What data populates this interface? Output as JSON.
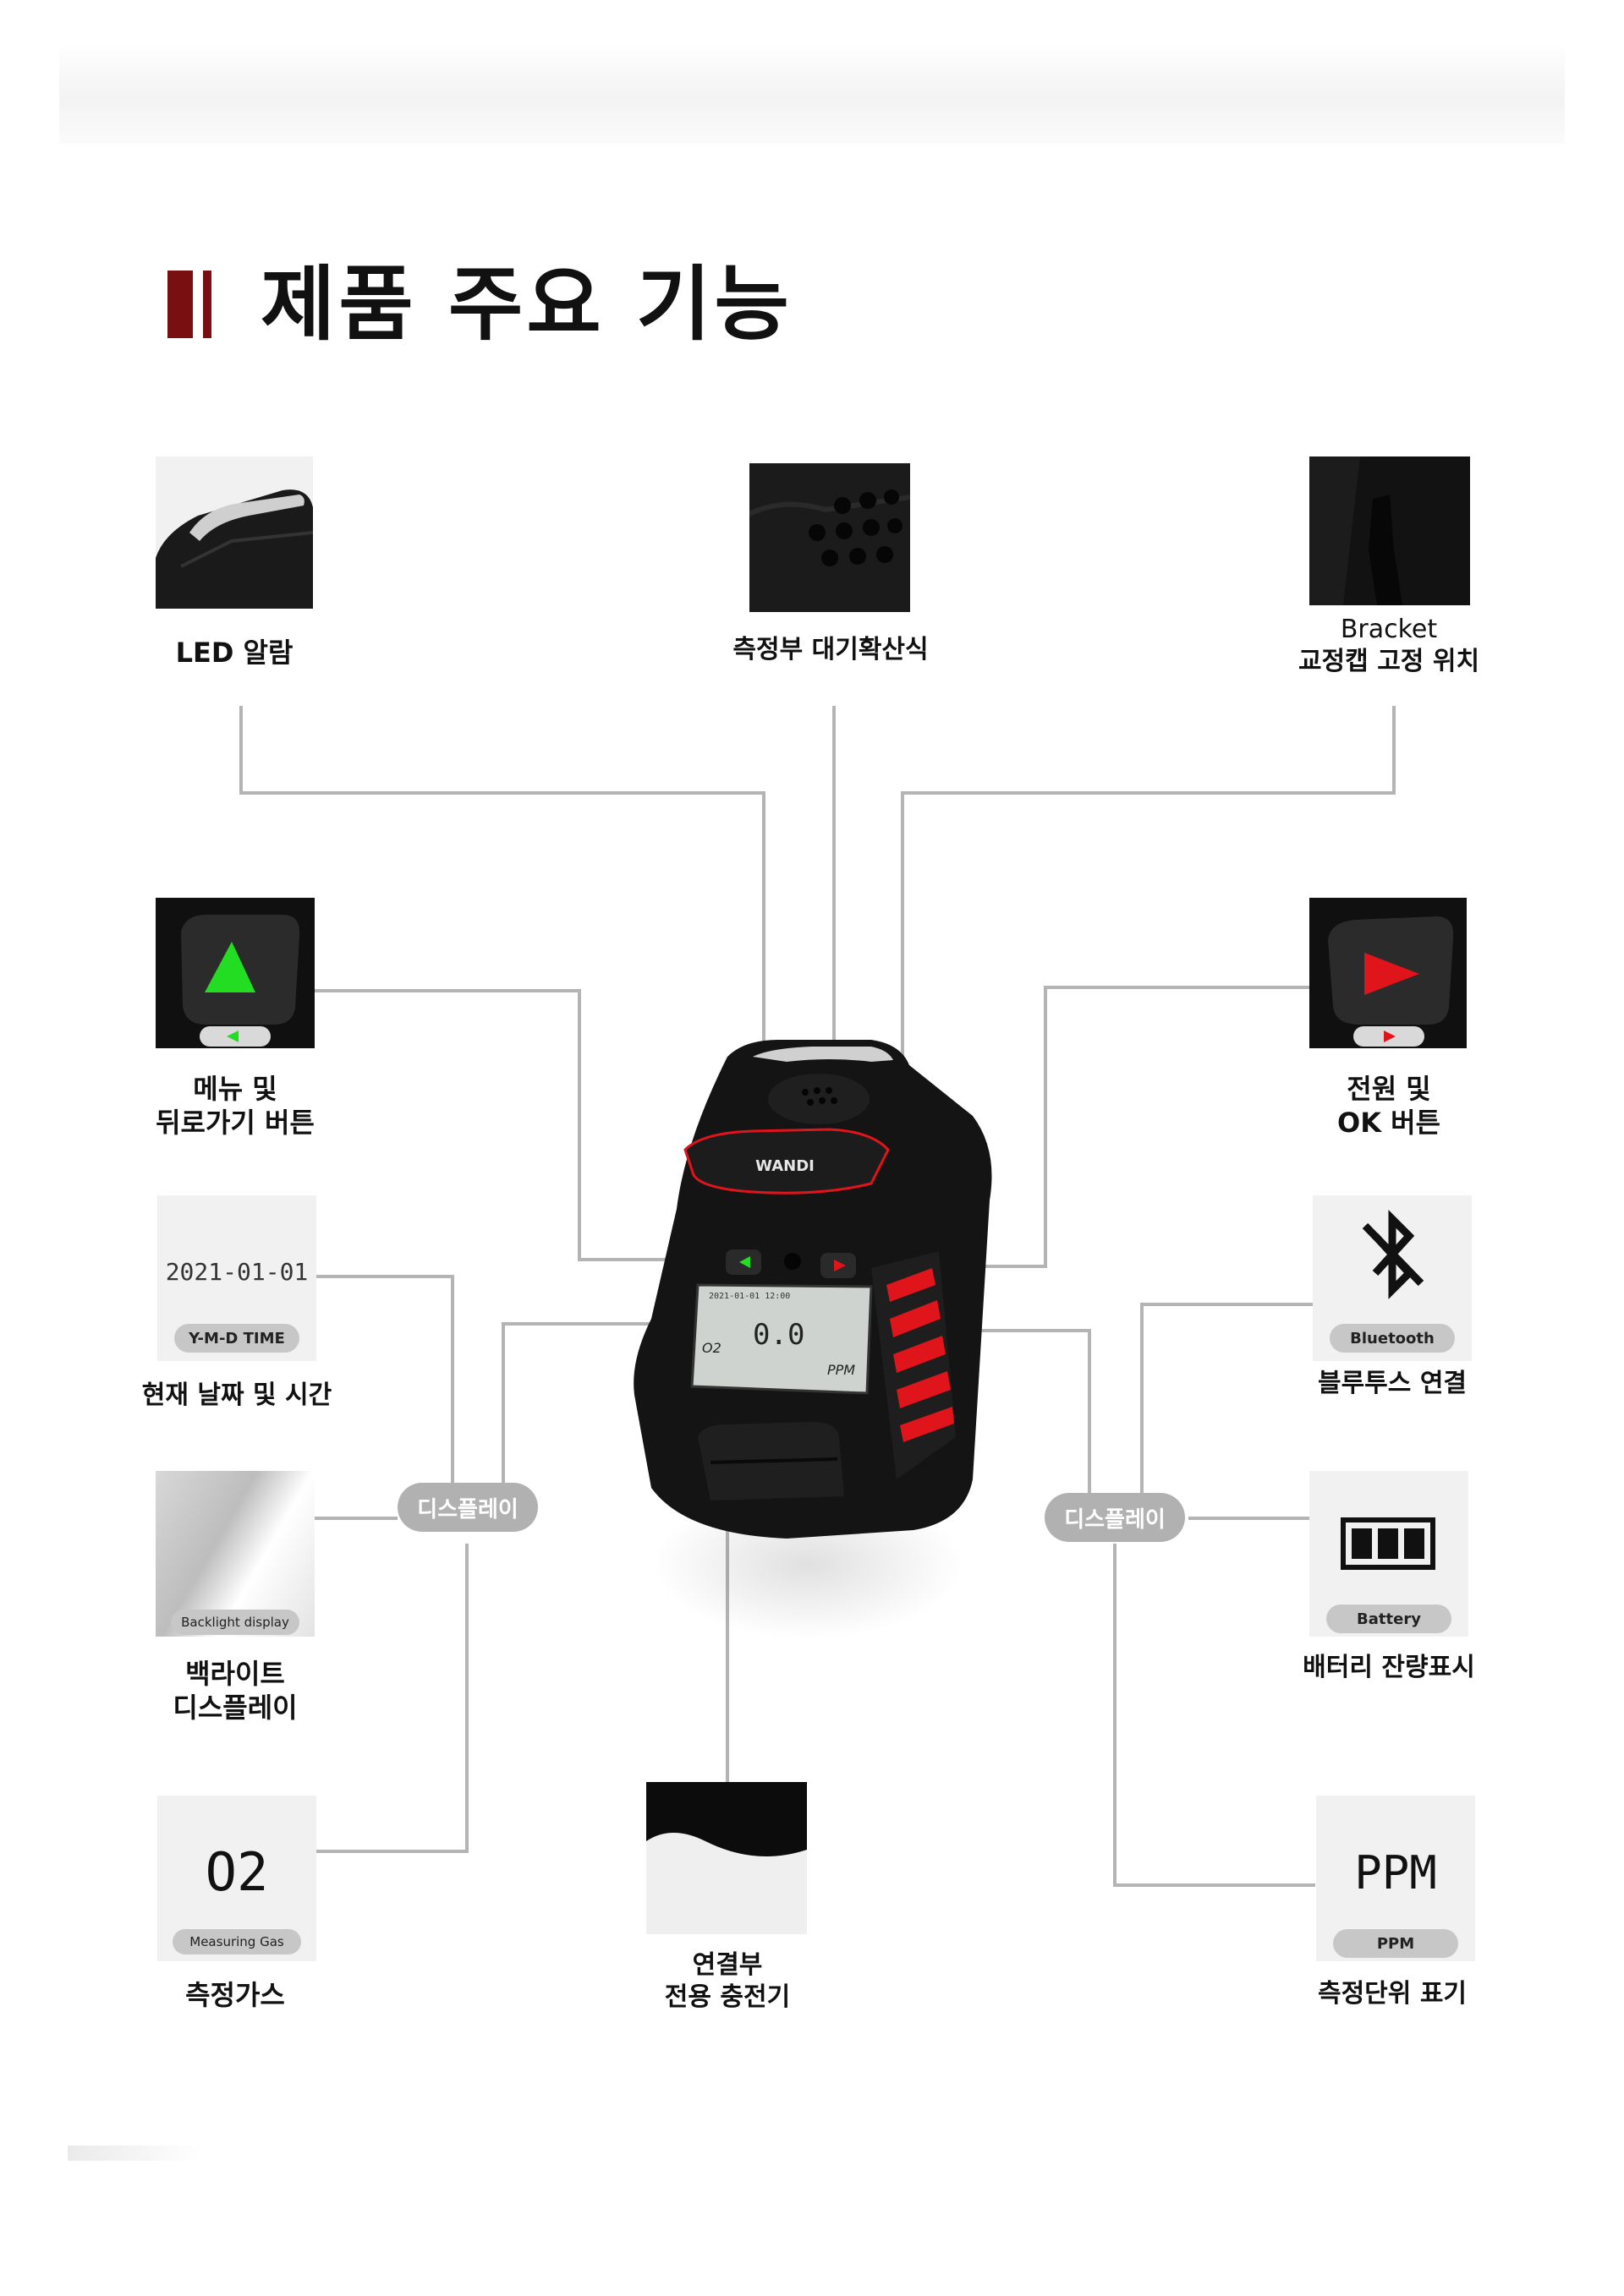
{
  "title": "제품 주요 기능",
  "features": {
    "led_alarm": {
      "label": "LED 알람"
    },
    "diffusion": {
      "label": "측정부 대기확산식"
    },
    "bracket": {
      "line1": "Bracket",
      "line2": "교정캡 고정 위치"
    },
    "menu_back": {
      "line1": "메뉴 및",
      "line2": "뒤로가기 버튼"
    },
    "power_ok": {
      "line1": "전원 및",
      "line2": "OK 버튼"
    },
    "datetime": {
      "value": "2021-01-01",
      "pill": "Y-M-D TIME",
      "label": "현재 날짜 및 시간"
    },
    "bluetooth": {
      "pill": "Bluetooth",
      "label": "블루투스 연결"
    },
    "backlight": {
      "pill": "Backlight display",
      "line1": "백라이트",
      "line2": "디스플레이"
    },
    "battery": {
      "pill": "Battery",
      "label": "배터리 잔량표시"
    },
    "gas": {
      "value": "O2",
      "pill": "Measuring Gas",
      "label": "측정가스"
    },
    "charger": {
      "line1": "연결부",
      "line2": "전용 충전기"
    },
    "ppm": {
      "value": "PPM",
      "pill": "PPM",
      "label": "측정단위 표기"
    }
  },
  "display_pill_left": "디스플레이",
  "display_pill_right": "디스플레이",
  "device": {
    "brand": "WANDI",
    "screen_date": "2021-01-01  12:00",
    "screen_value": "0.0",
    "screen_gas": "O2",
    "screen_unit": "PPM"
  },
  "colors": {
    "accent": "#7a0f12",
    "connector": "#b4b4b4",
    "device_red": "#e0141b",
    "button_green": "#22dd22"
  }
}
